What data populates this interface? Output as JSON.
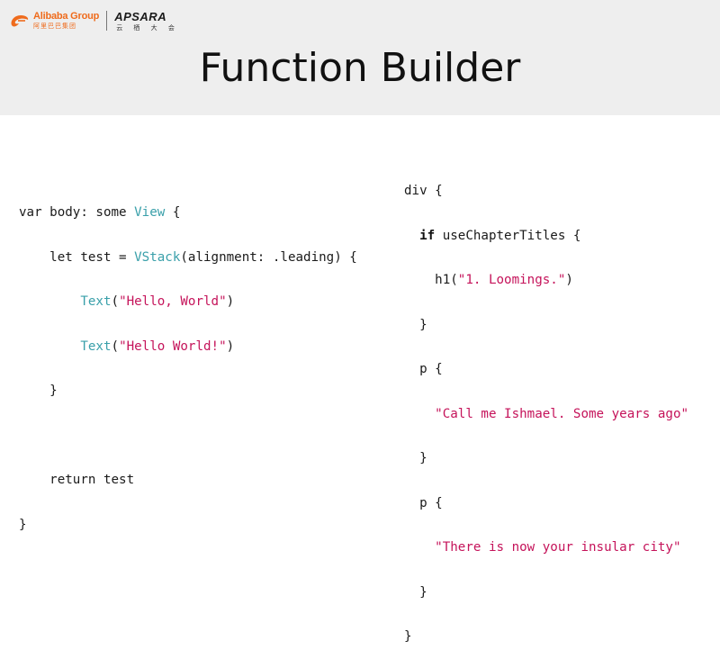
{
  "header": {
    "alibaba_name": "Alibaba Group",
    "alibaba_cn": "阿里巴巴集团",
    "apsara_name": "APSARA",
    "apsara_cn": "云 栖 大 会",
    "accent_color": "#ef6b1c"
  },
  "slide": {
    "title": "Function Builder"
  },
  "swift_code": {
    "line1": {
      "t1": "var body: some ",
      "t2": "View",
      "t3": " {"
    },
    "line2": {
      "t1": "    let test = ",
      "t2": "VStack",
      "t3": "(alignment: .leading) {"
    },
    "line3": {
      "t1": "        ",
      "t2": "Text",
      "t3": "(",
      "t4": "\"Hello, World\"",
      "t5": ")"
    },
    "line4": {
      "t1": "        ",
      "t2": "Text",
      "t3": "(",
      "t4": "\"Hello World!\"",
      "t5": ")"
    },
    "line5": {
      "t1": "    }"
    },
    "line7": {
      "t1": "    return test"
    },
    "line8": {
      "t1": "}"
    }
  },
  "html_code": {
    "line1": {
      "t1": "div {"
    },
    "line2": {
      "t1": "  ",
      "t2": "if",
      "t3": " useChapterTitles {"
    },
    "line3": {
      "t1": "    h1(",
      "t2": "\"1. Loomings.\"",
      "t3": ")"
    },
    "line4": {
      "t1": "  }"
    },
    "line5": {
      "t1": "  p {"
    },
    "line6": {
      "t1": "    ",
      "t2": "\"Call me Ishmael. Some years ago\""
    },
    "line7": {
      "t1": "  }"
    },
    "line8": {
      "t1": "  p {"
    },
    "line9": {
      "t1": "    ",
      "t2": "\"There is now your insular city\""
    },
    "line10": {
      "t1": "  }"
    },
    "line11": {
      "t1": "}"
    }
  }
}
